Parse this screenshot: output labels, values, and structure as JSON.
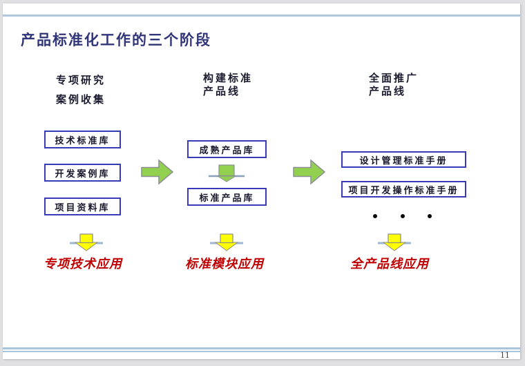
{
  "slide": {
    "title": "产品标准化工作的三个阶段",
    "page_number": "11"
  },
  "stages": [
    {
      "header_lines": [
        "专项研究",
        "案例收集"
      ],
      "boxes": [
        "技术标准库",
        "开发案例库",
        "项目资料库"
      ],
      "result": "专项技术应用"
    },
    {
      "header_lines": [
        "构建标准",
        "产品线"
      ],
      "boxes": [
        "成熟产品库",
        "标准产品库"
      ],
      "result": "标准模块应用"
    },
    {
      "header_lines": [
        "全面推广",
        "产品线"
      ],
      "boxes": [
        "设计管理标准手册",
        "项目开发操作标准手册"
      ],
      "result": "全产品线应用"
    }
  ],
  "icons": {
    "stage1_to_stage2": "green-right-arrow",
    "stage2_to_stage3": "green-right-arrow",
    "mature_to_standard": "green-down-arrow",
    "stage_results": "yellow-down-arrow",
    "more_manuals": "ellipsis-dots"
  },
  "colors": {
    "title_text": "#303478",
    "box_border": "#3a3ab8",
    "body_text": "#17172b",
    "result_text": "#c00000",
    "green_arrow_fill": "#92d050",
    "yellow_arrow_fill": "#ffff00",
    "arrow_wing": "#9db6d1",
    "rule_blue": "#a9c4dc",
    "page_bg": "#ffffff",
    "frame_bg": "#e0e0e3"
  }
}
